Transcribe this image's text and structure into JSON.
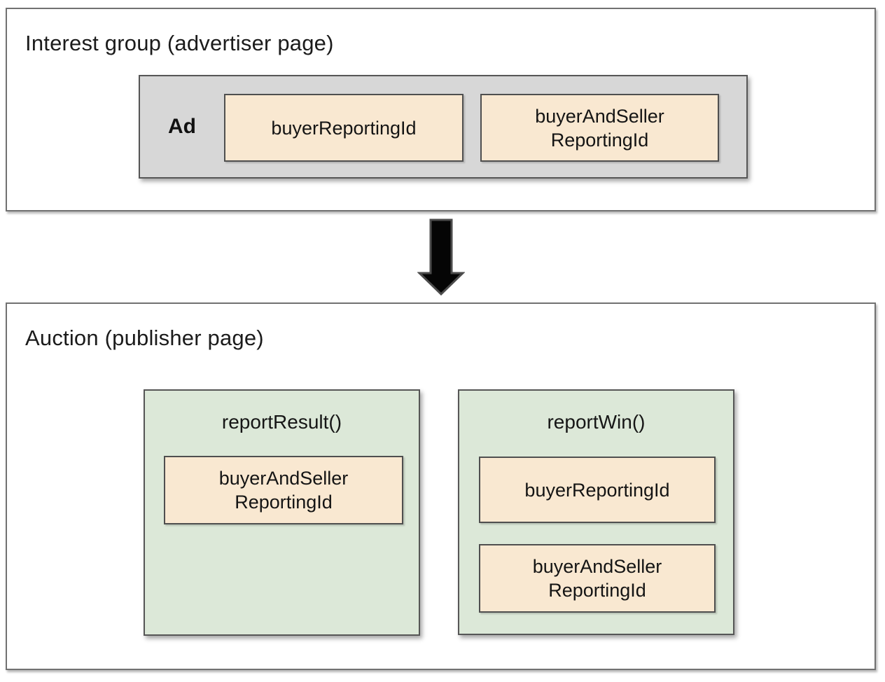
{
  "colors": {
    "chip_fill": "#f9e8d1",
    "chip_border": "#4f4f4f",
    "function_box_fill": "#dce8d8",
    "ad_box_fill": "#d7d7d7",
    "inner_border": "#565656",
    "outer_border": "#717171",
    "arrow_fill": "#050505",
    "arrow_stroke": "#4c4c4c",
    "text": "#161616"
  },
  "interest_group": {
    "title": "Interest group (advertiser page)",
    "ad": {
      "label": "Ad",
      "chips": [
        {
          "lines": [
            "buyerReportingId"
          ]
        },
        {
          "lines": [
            "buyerAndSeller",
            "ReportingId"
          ]
        }
      ]
    }
  },
  "auction": {
    "title": "Auction (publisher page)",
    "functions": [
      {
        "name": "reportResult()",
        "chips": [
          {
            "lines": [
              "buyerAndSeller",
              "ReportingId"
            ]
          }
        ]
      },
      {
        "name": "reportWin()",
        "chips": [
          {
            "lines": [
              "buyerReportingId"
            ]
          },
          {
            "lines": [
              "buyerAndSeller",
              "ReportingId"
            ]
          }
        ]
      }
    ]
  }
}
